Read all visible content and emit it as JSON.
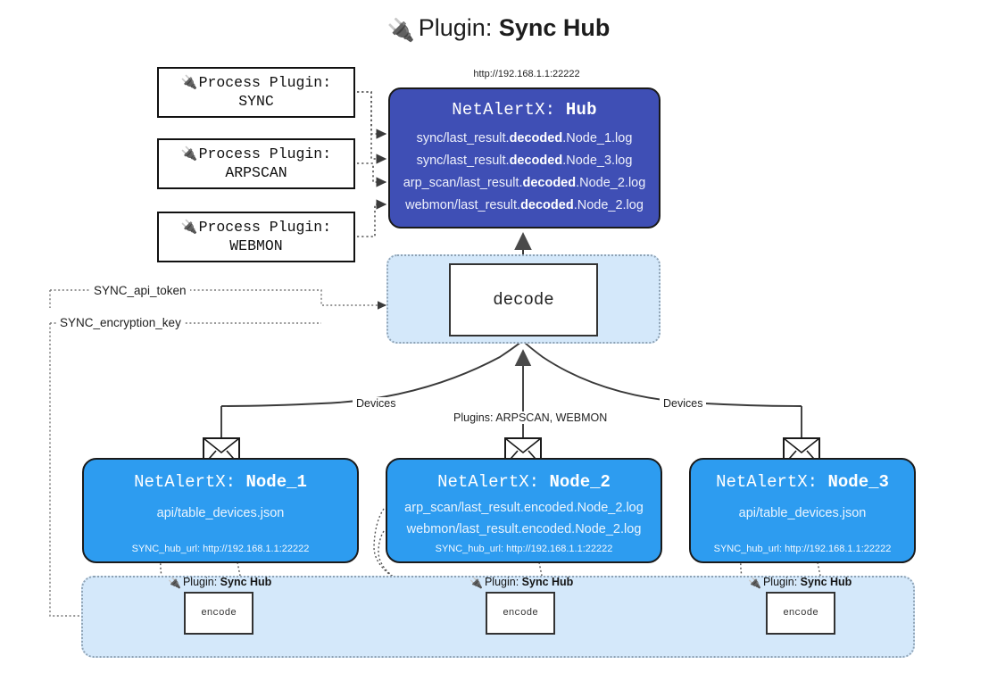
{
  "title": {
    "icon": "plug-icon",
    "prefix": "Plugin:",
    "name": "Sync Hub"
  },
  "hub": {
    "url": "http://192.168.1.1:22222",
    "label_prefix": "NetAlertX:",
    "label_name": "Hub",
    "logs": [
      {
        "pre": "sync/last_result.",
        "mid": "decoded",
        "post": ".Node_1.log"
      },
      {
        "pre": "sync/last_result.",
        "mid": "decoded",
        "post": ".Node_3.log"
      },
      {
        "pre": "arp_scan/last_result.",
        "mid": "decoded",
        "post": ".Node_2.log"
      },
      {
        "pre": "webmon/last_result.",
        "mid": "decoded",
        "post": ".Node_2.log"
      }
    ]
  },
  "process_plugins": [
    {
      "icon": "plug-icon",
      "line1": "Process Plugin:",
      "line2": "SYNC"
    },
    {
      "icon": "plug-icon",
      "line1": "Process Plugin:",
      "line2": "ARPSCAN"
    },
    {
      "icon": "plug-icon",
      "line1": "Process Plugin:",
      "line2": "WEBMON"
    }
  ],
  "decode": {
    "label": "decode"
  },
  "keys": [
    {
      "label": "SYNC_api_token"
    },
    {
      "label": "SYNC_encryption_key"
    }
  ],
  "edge_labels": {
    "devices_left": "Devices",
    "devices_right": "Devices",
    "plugins_center": "Plugins: ARPSCAN, WEBMON"
  },
  "nodes": [
    {
      "label_prefix": "NetAlertX:",
      "label_name": "Node_1",
      "lines": [
        "api/table_devices.json"
      ],
      "hub_url": "SYNC_hub_url: http://192.168.1.1:22222",
      "mail_icon": "envelope-icon"
    },
    {
      "label_prefix": "NetAlertX:",
      "label_name": "Node_2",
      "lines": [
        "arp_scan/last_result.encoded.Node_2.log",
        "webmon/last_result.encoded.Node_2.log"
      ],
      "hub_url": "SYNC_hub_url: http://192.168.1.1:22222",
      "mail_icon": "envelope-icon"
    },
    {
      "label_prefix": "NetAlertX:",
      "label_name": "Node_3",
      "lines": [
        "api/table_devices.json"
      ],
      "hub_url": "SYNC_hub_url: http://192.168.1.1:22222",
      "mail_icon": "envelope-icon"
    }
  ],
  "encode_band": [
    {
      "icon": "plug-icon",
      "prefix": "Plugin:",
      "name": "Sync Hub",
      "box_label": "encode"
    },
    {
      "icon": "plug-icon",
      "prefix": "Plugin:",
      "name": "Sync Hub",
      "box_label": "encode"
    },
    {
      "icon": "plug-icon",
      "prefix": "Plugin:",
      "name": "Sync Hub",
      "box_label": "encode"
    }
  ],
  "colors": {
    "hub_fill": "#3f4fb5",
    "node_fill": "#2d9cf0",
    "container_fill": "#d4e8fa",
    "stroke": "#1a1a1a",
    "dotted_stroke": "#8fa3b5",
    "background": "#ffffff"
  }
}
